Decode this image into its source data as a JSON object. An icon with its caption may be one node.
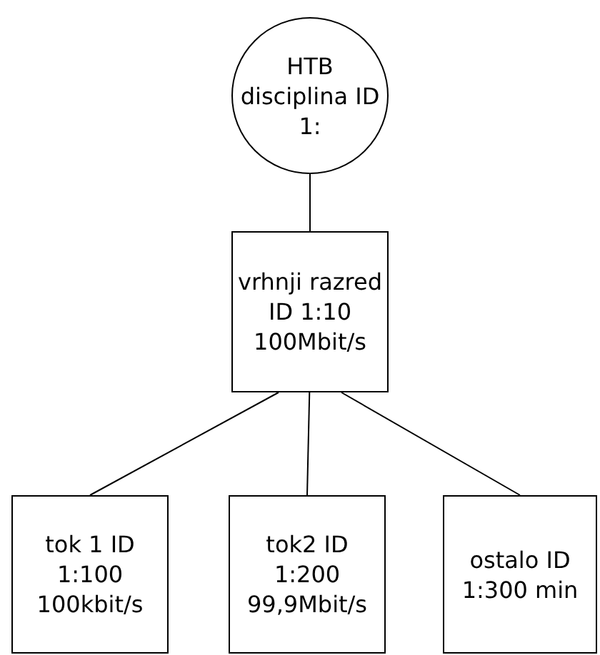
{
  "diagram": {
    "nodes": [
      {
        "text": [
          "HTB disciplina ID 1:"
        ]
      },
      {
        "text": [
          "vrhnji razred ID 1:10 100Mbit/s"
        ]
      },
      {
        "text": [
          "tok 1 ID 1:100 100kbit/s"
        ]
      },
      {
        "text": [
          "tok2 ID 1:200 99,9Mbit/s"
        ]
      },
      {
        "text": [
          "ostalo ID 1:300 min"
        ]
      }
    ],
    "edges": [
      {
        "from": 0,
        "to": 1,
        "arrow": "none"
      },
      {
        "from": 1,
        "to": 2,
        "arrow": "none"
      },
      {
        "from": 1,
        "to": 3,
        "arrow": "none"
      },
      {
        "from": 1,
        "to": 4,
        "arrow": "none"
      }
    ]
  }
}
